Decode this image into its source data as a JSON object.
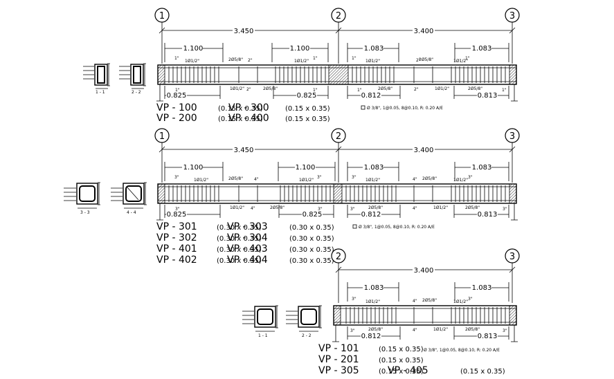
{
  "axes": {
    "a1": "1",
    "a2": "2",
    "a3": "3"
  },
  "spans": {
    "span_12": "3.450",
    "span_23": "3.400"
  },
  "dims": {
    "d1100": "1.100",
    "d1083": "1.083",
    "d0825": "0.825",
    "d0812": "0.812",
    "d0813": "0.813"
  },
  "rebar": {
    "half": "1Ø1/2\"",
    "two58": "2Ø5/8\"",
    "one12": "1Ø1/2\"",
    "one": "1\"",
    "three": "3\"",
    "four": "4\"",
    "two": "2\""
  },
  "stirrup_spec": "Ø 3/8\", 1@0.05, 8@0.10, R: 0.20 A/E",
  "sections": {
    "s11": "1 - 1",
    "s22": "2 - 2",
    "s33": "3 - 3",
    "s44": "4 - 4"
  },
  "group1": [
    {
      "code": "VP  -  100",
      "size": "(0.15 x 0.35)",
      "code2": "VP  -  300",
      "size2": "(0.15 x 0.35)"
    },
    {
      "code": "VP  -  200",
      "size": "(0.15 x 0.35)",
      "code2": "VP  -  400",
      "size2": "(0.15 x 0.35)"
    }
  ],
  "group2": [
    {
      "code": "VP  -  301",
      "size": "(0.30 x 0.35)",
      "code2": "VP  -  303",
      "size2": "(0.30 x 0.35)"
    },
    {
      "code": "VP  -  302",
      "size": "(0.30 x 0.35)",
      "code2": "VP  -  304",
      "size2": "(0.30 x 0.35)"
    },
    {
      "code": "VP  -  401",
      "size": "(0.30 x 0.35)",
      "code2": "VP  -  403",
      "size2": "(0.30 x 0.35)"
    },
    {
      "code": "VP  -  402",
      "size": "(0.30 x 0.35)",
      "code2": "VP  -  404",
      "size2": "(0.30 x 0.35)"
    }
  ],
  "group3": [
    {
      "code": "VP  -  101",
      "size": "(0.15 x 0.35)"
    },
    {
      "code": "VP  -  201",
      "size": "(0.15 x 0.35)"
    },
    {
      "code": "VP  -  305",
      "size": "(0.15 x 0.35)",
      "code2": "VP  -  405",
      "size2": "(0.15 x 0.35)"
    }
  ]
}
